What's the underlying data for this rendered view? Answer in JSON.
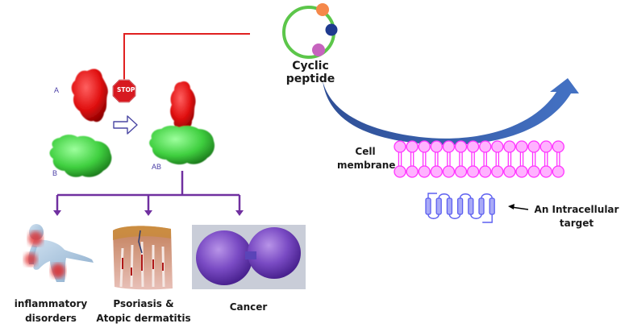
{
  "peptide": {
    "label": "Cyclic peptide",
    "colors": {
      "ring": "#5cc64a",
      "bead_orange": "#f5884a",
      "bead_navy": "#1f3a8f",
      "bead_pink": "#c663be"
    }
  },
  "interaction": {
    "protein_a_label": "A",
    "protein_b_label": "B",
    "complex_label": "AB",
    "stop_sign_text": "STOP",
    "colors": {
      "protein_a": "#e01010",
      "protein_b": "#3fcf3f",
      "inhibit_line": "#e02020",
      "arrow_outline": "#4a47a3"
    }
  },
  "outcomes": {
    "branch_color": "#7030a0",
    "items": [
      {
        "label_line1": "inflammatory",
        "label_line2": "disorders",
        "image": "inflamed-body-figure"
      },
      {
        "label_line1": "Psoriasis &",
        "label_line2": "Atopic dermatitis",
        "image": "skin-cross-section"
      },
      {
        "label_line1": "Cancer",
        "label_line2": "",
        "image": "dividing-cancer-cells"
      }
    ]
  },
  "membrane": {
    "label_line1": "Cell",
    "label_line2": "membrane",
    "lipid_count": 14,
    "color": "#ff33ff",
    "fill": "#ffb3ff"
  },
  "target": {
    "label_line1": "An Intracellular",
    "label_line2": "target",
    "helix_count": 7,
    "color": "#5b5ef0"
  },
  "entry_arrow": {
    "color": "#3f62b0"
  }
}
